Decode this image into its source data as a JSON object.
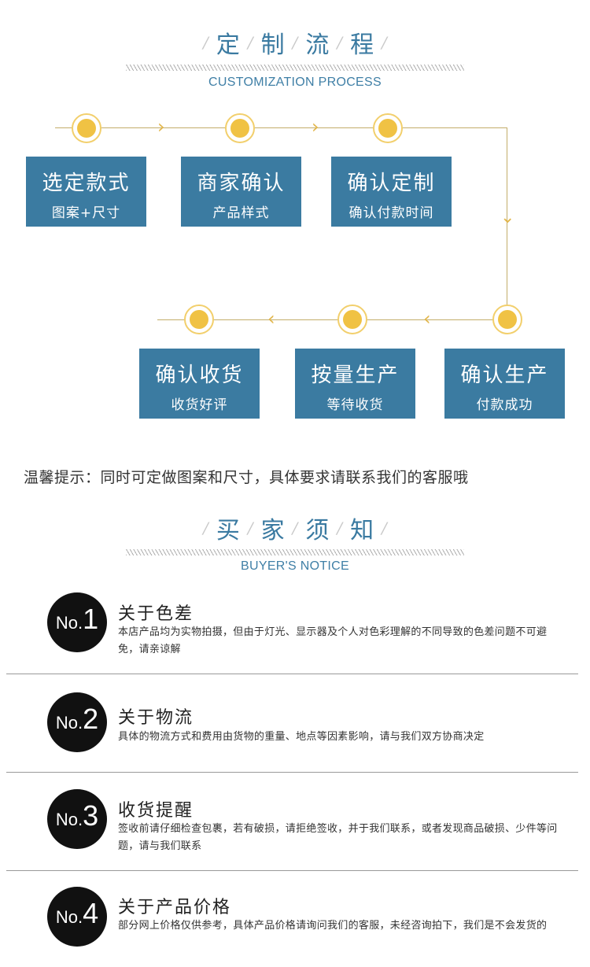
{
  "section1": {
    "title_chars": [
      "定",
      "制",
      "流",
      "程"
    ],
    "subtitle": "CUSTOMIZATION PROCESS"
  },
  "steps": [
    {
      "title": "选定款式",
      "sub": "图案+尺寸"
    },
    {
      "title": "商家确认",
      "sub": "产品样式"
    },
    {
      "title": "确认定制",
      "sub": "确认付款时间"
    },
    {
      "title": "确认收货",
      "sub": "收货好评"
    },
    {
      "title": "按量生产",
      "sub": "等待收货"
    },
    {
      "title": "确认生产",
      "sub": "付款成功"
    }
  ],
  "tip": "温馨提示：同时可定做图案和尺寸，具体要求请联系我们的客服哦",
  "section2": {
    "title_chars": [
      "买",
      "家",
      "须",
      "知"
    ],
    "subtitle": "BUYER'S NOTICE"
  },
  "notices": [
    {
      "no": "No.",
      "num": "1",
      "title": "关于色差",
      "desc": "本店产品均为实物拍摄，但由于灯光、显示器及个人对色彩理解的不同导致的色差问题不可避免，请亲谅解"
    },
    {
      "no": "No.",
      "num": "2",
      "title": "关于物流",
      "desc": "具体的物流方式和费用由货物的重量、地点等因素影响，请与我们双方协商决定"
    },
    {
      "no": "No.",
      "num": "3",
      "title": "收货提醒",
      "desc": "签收前请仔细检查包裹，若有破损，请拒绝签收，并于我们联系，或者发现商品破损、少件等问题，请与我们联系"
    },
    {
      "no": "No.",
      "num": "4",
      "title": "关于产品价格",
      "desc": "部分网上价格仅供参考，具体产品价格请询问我们的客服，未经咨询拍下，我们是不会发货的"
    }
  ],
  "colors": {
    "accent_blue": "#3b7ba1",
    "dot_yellow": "#f0c244",
    "line_gold": "#c3ad6a"
  },
  "icons": {
    "arrow_right": "›",
    "arrow_left": "‹",
    "arrow_down": "⌄"
  }
}
